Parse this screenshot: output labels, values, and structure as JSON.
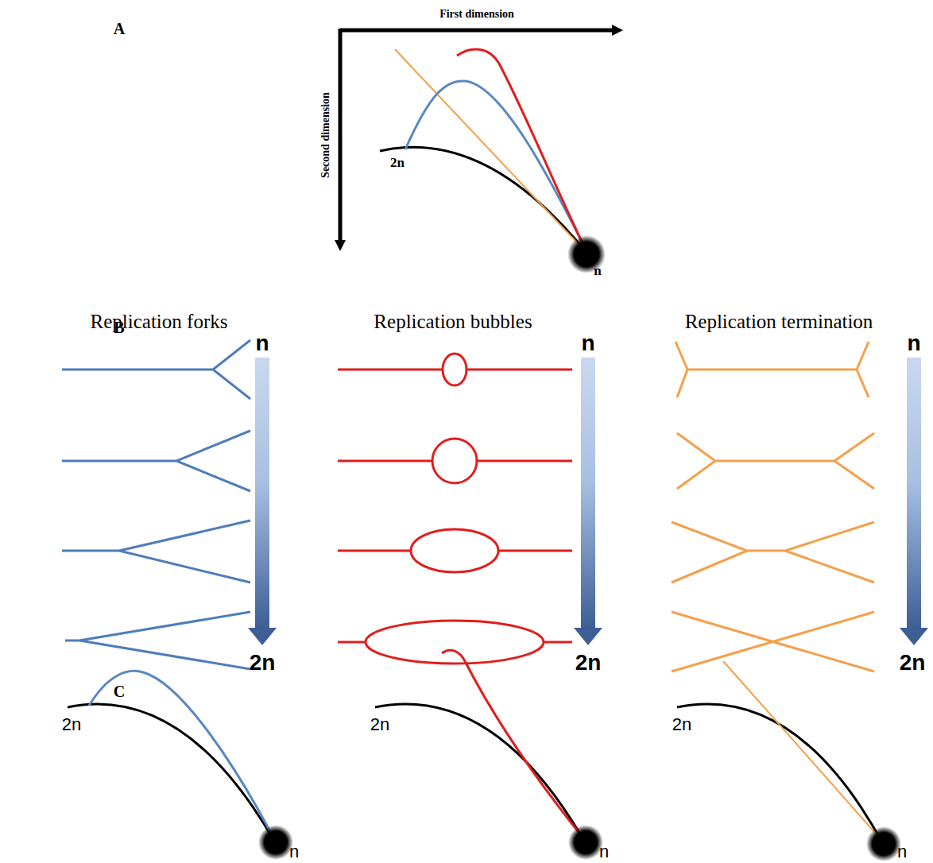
{
  "diagram": {
    "labels": [
      "A",
      "First dimension",
      "Second dimension",
      "2n",
      "n",
      "B",
      "Replication forks",
      "Replication bubbles",
      "Replication termination",
      "n",
      "2n",
      "n",
      "2n",
      "n",
      "2n",
      "C",
      "2n",
      "n",
      "2n",
      "n",
      "2n",
      "n"
    ]
  }
}
